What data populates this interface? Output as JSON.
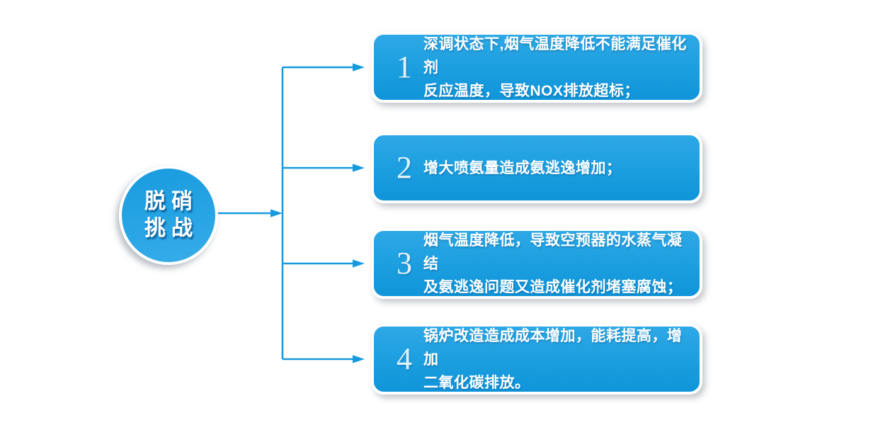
{
  "colors": {
    "accent_line": "#1699DE",
    "box_gradient_top": "#2EA8E6",
    "box_gradient_bottom": "#1095DA",
    "text": "#FFFFFF"
  },
  "root": {
    "lines": [
      "脱硝",
      "挑战"
    ]
  },
  "items": [
    {
      "number": "1",
      "lines": [
        "深调状态下,烟气温度降低不能满足催化剂",
        "反应温度，导致NOX排放超标；"
      ]
    },
    {
      "number": "2",
      "lines": [
        "增大喷氨量造成氨逃逸增加；",
        ""
      ]
    },
    {
      "number": "3",
      "lines": [
        "烟气温度降低，导致空预器的水蒸气凝结",
        "及氨逃逸问题又造成催化剂堵塞腐蚀；"
      ]
    },
    {
      "number": "4",
      "lines": [
        "锅炉改造造成成本增加，能耗提高，增加",
        "二氧化碳排放。"
      ]
    }
  ]
}
